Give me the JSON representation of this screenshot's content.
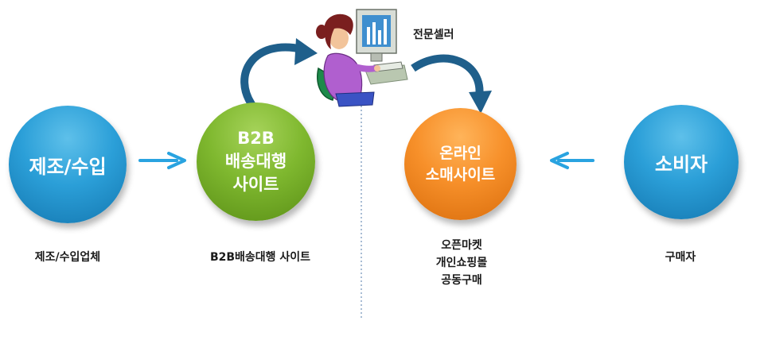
{
  "expert": {
    "label": "전문셀러",
    "icon": "seller-at-computer-icon"
  },
  "nodes": [
    {
      "id": "manufacturer",
      "circle_lines": [
        "제조/수입"
      ],
      "caption_lines": [
        "제조/수입업체"
      ],
      "color": "#2b9fd8"
    },
    {
      "id": "b2b",
      "circle_lines": [
        "B2B",
        "배송대행",
        "사이트"
      ],
      "caption_lines": [
        "B2B배송대행 사이트"
      ],
      "color": "#7fb82f"
    },
    {
      "id": "online",
      "circle_lines": [
        "온라인",
        "소매사이트"
      ],
      "caption_lines": [
        "오픈마켓",
        "개인쇼핑몰",
        "공동구매"
      ],
      "color": "#f7902a"
    },
    {
      "id": "consumer",
      "circle_lines": [
        "소비자"
      ],
      "caption_lines": [
        "구매자"
      ],
      "color": "#2b9fd8"
    }
  ],
  "colors": {
    "arrow_blue": "#29a3e0",
    "curved_arrow": "#1f5f8b",
    "divider": "#6d8fb8"
  }
}
